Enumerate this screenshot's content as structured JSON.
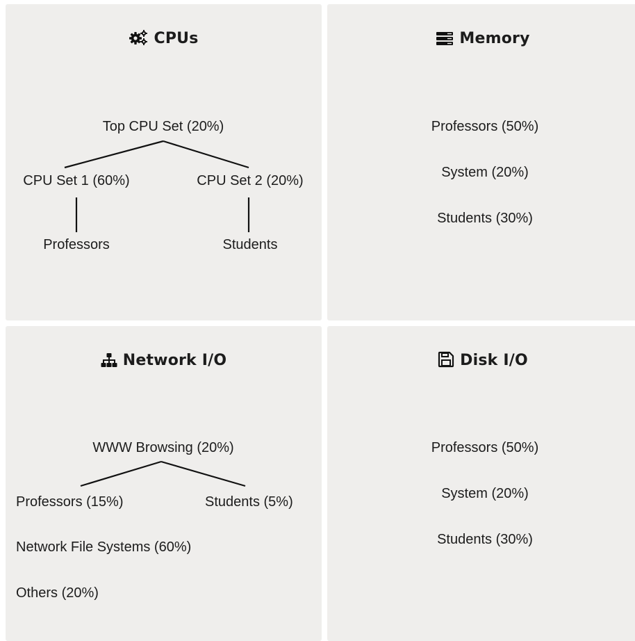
{
  "panels": {
    "cpus": {
      "title": "CPUs",
      "icon": "gears-icon",
      "top_set": "Top CPU Set (20%)",
      "set1": "CPU Set 1 (60%)",
      "set2": "CPU Set 2 (20%)",
      "set1_child": "Professors",
      "set2_child": "Students"
    },
    "memory": {
      "title": "Memory",
      "icon": "memory-icon",
      "items": [
        "Professors (50%)",
        "System (20%)",
        "Students (30%)"
      ]
    },
    "network": {
      "title": "Network I/O",
      "icon": "sitemap-icon",
      "browsing": "WWW Browsing (20%)",
      "browsing_child1": "Professors (15%)",
      "browsing_child2": "Students (5%)",
      "nfs": "Network File Systems (60%)",
      "others": "Others (20%)"
    },
    "disk": {
      "title": "Disk I/O",
      "icon": "save-icon",
      "items": [
        "Professors (50%)",
        "System (20%)",
        "Students (30%)"
      ]
    }
  }
}
